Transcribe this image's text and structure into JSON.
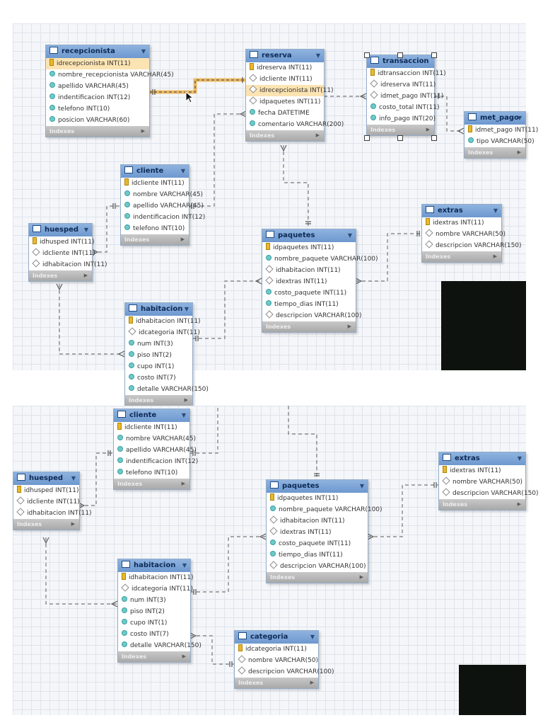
{
  "tables": {
    "recepcionista": {
      "name": "recepcionista",
      "columns": [
        {
          "text": "idrecepcionista INT(11)",
          "icon": "pk"
        },
        {
          "text": "nombre_recepcionista VARCHAR(45)",
          "icon": "col"
        },
        {
          "text": "apellido VARCHAR(45)",
          "icon": "col"
        },
        {
          "text": "indentificacion INT(12)",
          "icon": "col"
        },
        {
          "text": "telefono INT(10)",
          "icon": "col"
        },
        {
          "text": "posicion VARCHAR(60)",
          "icon": "col"
        }
      ]
    },
    "reserva": {
      "name": "reserva",
      "columns": [
        {
          "text": "idreserva INT(11)",
          "icon": "pk"
        },
        {
          "text": "idcliente INT(11)",
          "icon": "fk"
        },
        {
          "text": "idrecepcionista INT(11)",
          "icon": "fk"
        },
        {
          "text": "idpaquetes INT(11)",
          "icon": "fk"
        },
        {
          "text": "fecha DATETIME",
          "icon": "col"
        },
        {
          "text": "comentario VARCHAR(200)",
          "icon": "col"
        }
      ]
    },
    "transaccion": {
      "name": "transaccion",
      "columns": [
        {
          "text": "idtransaccion INT(11)",
          "icon": "pk"
        },
        {
          "text": "idreserva INT(11)",
          "icon": "fk"
        },
        {
          "text": "idmet_pago INT(11)",
          "icon": "fk"
        },
        {
          "text": "costo_total INT(11)",
          "icon": "col"
        },
        {
          "text": "info_pago INT(20)",
          "icon": "col"
        }
      ]
    },
    "met_pago": {
      "name": "met_pago",
      "columns": [
        {
          "text": "idmet_pago INT(11)",
          "icon": "pk"
        },
        {
          "text": "tipo VARCHAR(50)",
          "icon": "col"
        }
      ]
    },
    "cliente": {
      "name": "cliente",
      "columns": [
        {
          "text": "idcliente INT(11)",
          "icon": "pk"
        },
        {
          "text": "nombre VARCHAR(45)",
          "icon": "col"
        },
        {
          "text": "apellido VARCHAR(45)",
          "icon": "col"
        },
        {
          "text": "indentificacion INT(12)",
          "icon": "col"
        },
        {
          "text": "telefono INT(10)",
          "icon": "col"
        }
      ]
    },
    "huesped": {
      "name": "huesped",
      "columns": [
        {
          "text": "idhusped INT(11)",
          "icon": "pk"
        },
        {
          "text": "idcliente INT(11)",
          "icon": "fk"
        },
        {
          "text": "idhabitacion INT(11)",
          "icon": "fk"
        }
      ]
    },
    "paquetes": {
      "name": "paquetes",
      "columns": [
        {
          "text": "idpaquetes INT(11)",
          "icon": "pk"
        },
        {
          "text": "nombre_paquete VARCHAR(100)",
          "icon": "col"
        },
        {
          "text": "idhabitacion INT(11)",
          "icon": "fk"
        },
        {
          "text": "idextras INT(11)",
          "icon": "fk"
        },
        {
          "text": "costo_paquete INT(11)",
          "icon": "col"
        },
        {
          "text": "tiempo_dias INT(11)",
          "icon": "col"
        },
        {
          "text": "descripcion VARCHAR(100)",
          "icon": "fk"
        }
      ]
    },
    "extras": {
      "name": "extras",
      "columns": [
        {
          "text": "idextras INT(11)",
          "icon": "pk"
        },
        {
          "text": "nombre VARCHAR(50)",
          "icon": "fk"
        },
        {
          "text": "descripcion VARCHAR(150)",
          "icon": "fk"
        }
      ]
    },
    "habitacion": {
      "name": "habitacion",
      "columns": [
        {
          "text": "idhabitacion INT(11)",
          "icon": "pk"
        },
        {
          "text": "idcategoria INT(11)",
          "icon": "fk"
        },
        {
          "text": "num INT(3)",
          "icon": "col"
        },
        {
          "text": "piso INT(2)",
          "icon": "col"
        },
        {
          "text": "cupo INT(1)",
          "icon": "col"
        },
        {
          "text": "costo INT(7)",
          "icon": "col"
        },
        {
          "text": "detalle VARCHAR(150)",
          "icon": "col"
        }
      ]
    },
    "categoria": {
      "name": "categoria",
      "columns": [
        {
          "text": "idcategoria INT(11)",
          "icon": "pk"
        },
        {
          "text": "nombre VARCHAR(50)",
          "icon": "fk"
        },
        {
          "text": "descripcion VARCHAR(100)",
          "icon": "fk"
        }
      ]
    }
  },
  "indexes_label": "Indexes",
  "colors": {
    "header": "#7aa3d6",
    "selected_row": "#fce3b2",
    "highlight_wire": "#f0a830",
    "wire": "#777777"
  }
}
